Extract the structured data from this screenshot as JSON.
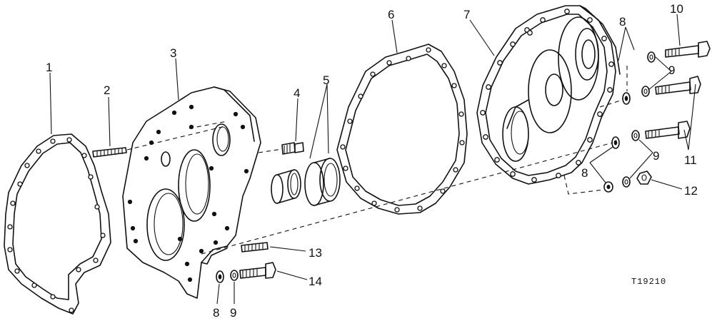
{
  "diagram": {
    "figure_number": "T19210",
    "callouts": [
      {
        "id": "c1",
        "label": "1"
      },
      {
        "id": "c2",
        "label": "2"
      },
      {
        "id": "c3",
        "label": "3"
      },
      {
        "id": "c4",
        "label": "4"
      },
      {
        "id": "c5",
        "label": "5"
      },
      {
        "id": "c6",
        "label": "6"
      },
      {
        "id": "c7",
        "label": "7"
      },
      {
        "id": "c8a",
        "label": "8"
      },
      {
        "id": "c9a",
        "label": "9"
      },
      {
        "id": "c10",
        "label": "10"
      },
      {
        "id": "c8b",
        "label": "8"
      },
      {
        "id": "c9b",
        "label": "9"
      },
      {
        "id": "c11",
        "label": "11"
      },
      {
        "id": "c12",
        "label": "12"
      },
      {
        "id": "c13",
        "label": "13"
      },
      {
        "id": "c14",
        "label": "14"
      },
      {
        "id": "c8c",
        "label": "8"
      },
      {
        "id": "c9c",
        "label": "9"
      }
    ]
  }
}
